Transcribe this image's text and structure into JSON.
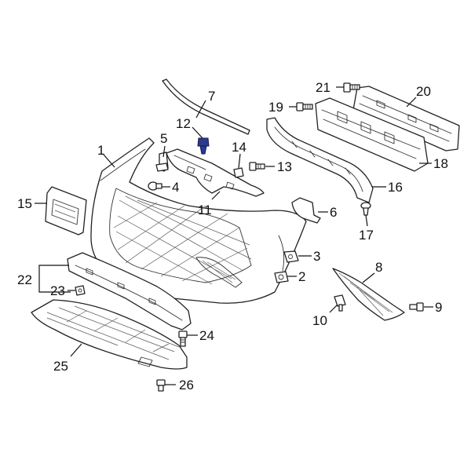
{
  "colors": {
    "line": "#222222",
    "background": "#ffffff",
    "highlight": "#2b3a8c"
  },
  "callouts": {
    "c1": "1",
    "c2": "2",
    "c3": "3",
    "c4": "4",
    "c5": "5",
    "c6": "6",
    "c7": "7",
    "c8": "8",
    "c9": "9",
    "c10": "10",
    "c11": "11",
    "c12": "12",
    "c13": "13",
    "c14": "14",
    "c15": "15",
    "c16": "16",
    "c17": "17",
    "c18": "18",
    "c19": "19",
    "c20": "20",
    "c21": "21",
    "c22": "22",
    "c23": "23",
    "c24": "24",
    "c25": "25",
    "c26": "26"
  },
  "highlighted_part": "12"
}
